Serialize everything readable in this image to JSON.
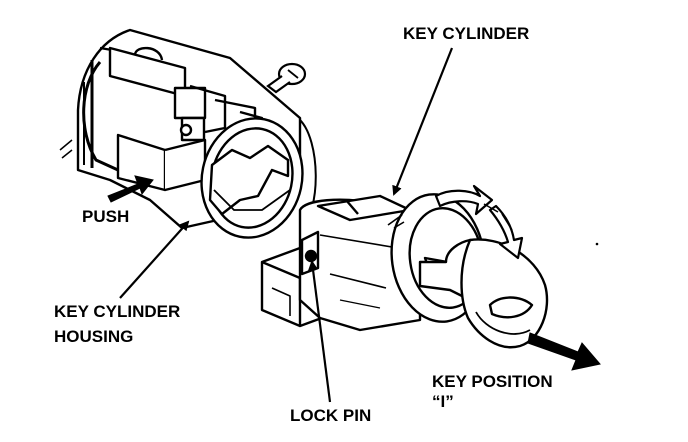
{
  "labels": {
    "key_cylinder": "KEY CYLINDER",
    "push": "PUSH",
    "key_cylinder_housing_line1": "KEY CYLINDER",
    "key_cylinder_housing_line2": "HOUSING",
    "lock_pin": "LOCK PIN",
    "key_position_line1": "KEY POSITION",
    "key_position_line2": "“I”"
  },
  "colors": {
    "ink": "#000000",
    "paper": "#ffffff"
  }
}
